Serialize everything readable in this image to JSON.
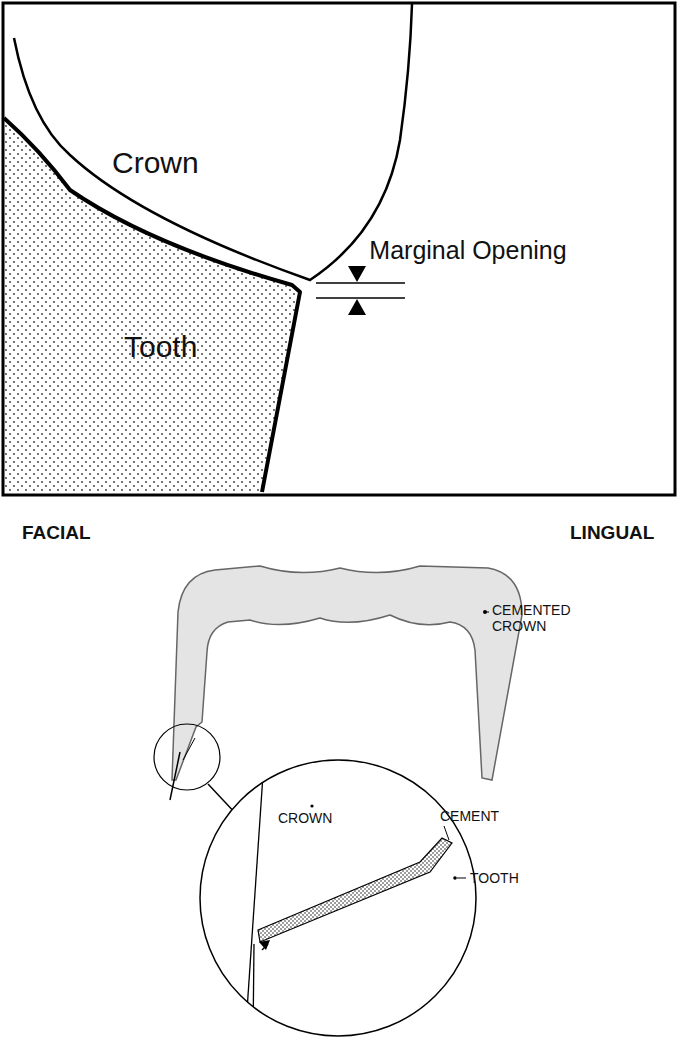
{
  "diagram": {
    "labels": [
      "Crown",
      "Tooth",
      "Marginal Opening",
      "FACIAL",
      "LINGUAL",
      "CEMENTED CROWN",
      "CROWN",
      "CEMENT",
      "TOOTH"
    ]
  }
}
